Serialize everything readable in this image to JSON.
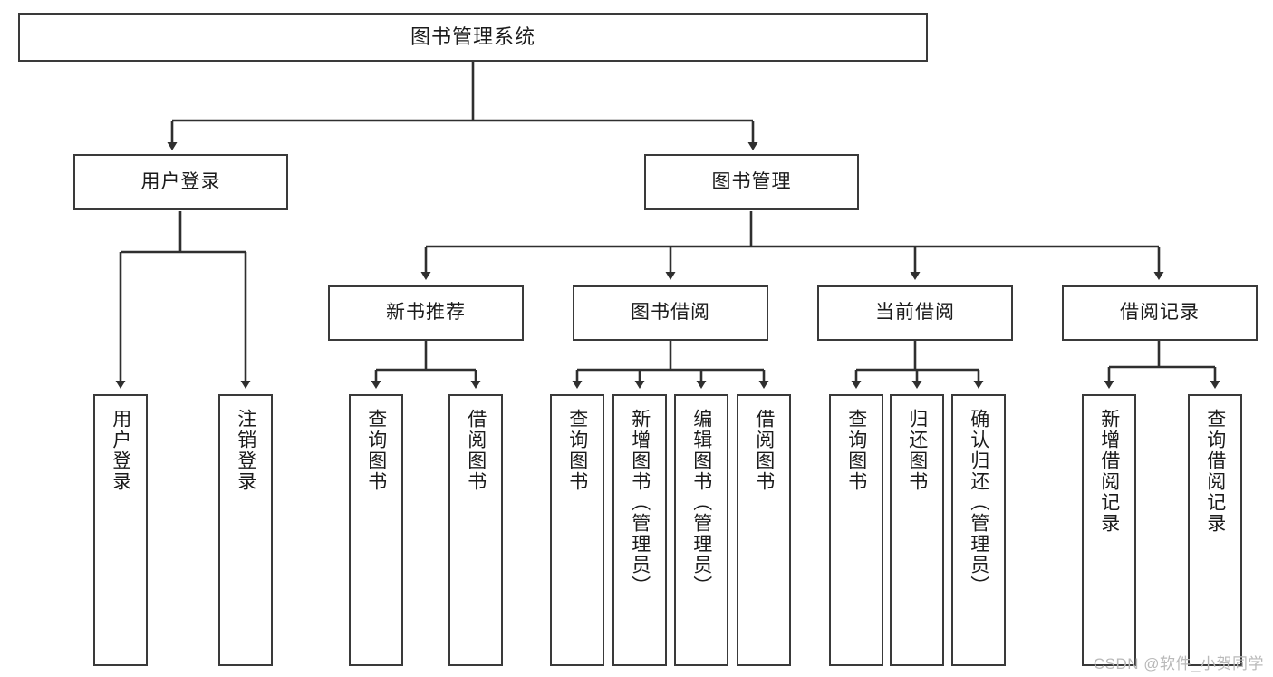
{
  "diagram": {
    "title": "图书管理系统",
    "type": "tree",
    "root": {
      "label": "图书管理系统"
    },
    "level2": [
      {
        "label": "用户登录"
      },
      {
        "label": "图书管理"
      }
    ],
    "level3": [
      {
        "label": "新书推荐"
      },
      {
        "label": "图书借阅"
      },
      {
        "label": "当前借阅"
      },
      {
        "label": "借阅记录"
      }
    ],
    "leaves": {
      "user_login": [
        {
          "label": "用户登录"
        },
        {
          "label": "注销登录"
        }
      ],
      "new_book": [
        {
          "label": "查询图书"
        },
        {
          "label": "借阅图书"
        }
      ],
      "book_borrow": [
        {
          "label": "查询图书"
        },
        {
          "label": "新增图书（管理员）"
        },
        {
          "label": "编辑图书（管理员）"
        },
        {
          "label": "借阅图书"
        }
      ],
      "current_borrow": [
        {
          "label": "查询图书"
        },
        {
          "label": "归还图书"
        },
        {
          "label": "确认归还（管理员）"
        }
      ],
      "borrow_record": [
        {
          "label": "新增借阅记录"
        },
        {
          "label": "查询借阅记录"
        }
      ]
    }
  },
  "watermark": {
    "text": "CSDN @软件_小贺同学"
  },
  "colors": {
    "box_border": "#3a3a3a",
    "box_fill": "#ffffff",
    "connector": "#2f2f2f",
    "text": "#1b1b1b",
    "watermark": "#b9b9b9"
  }
}
